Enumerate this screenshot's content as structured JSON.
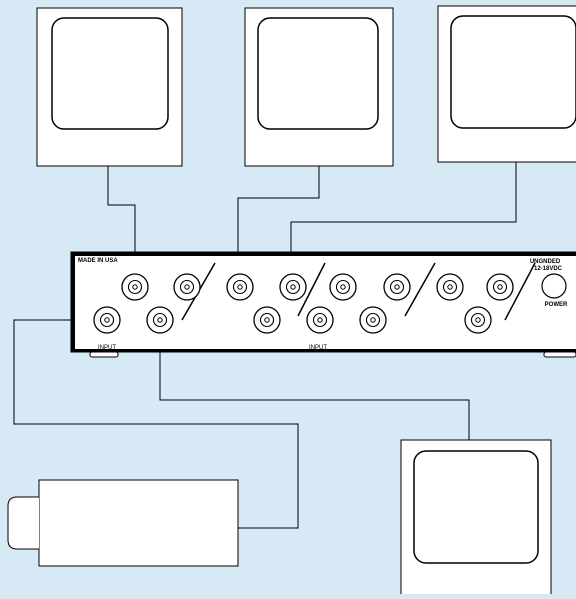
{
  "panel": {
    "made_in": "MADE IN USA",
    "ungnded": "UNGNDED",
    "voltage": "12-18VDC",
    "power": "POWER",
    "input_left": "INPUT",
    "input_center": "INPUT"
  },
  "colors": {
    "background": "#d8e9f6",
    "device_fill": "#ffffff",
    "stroke": "#000000"
  },
  "devices": [
    "monitor",
    "monitor",
    "monitor",
    "monitor",
    "camera"
  ]
}
